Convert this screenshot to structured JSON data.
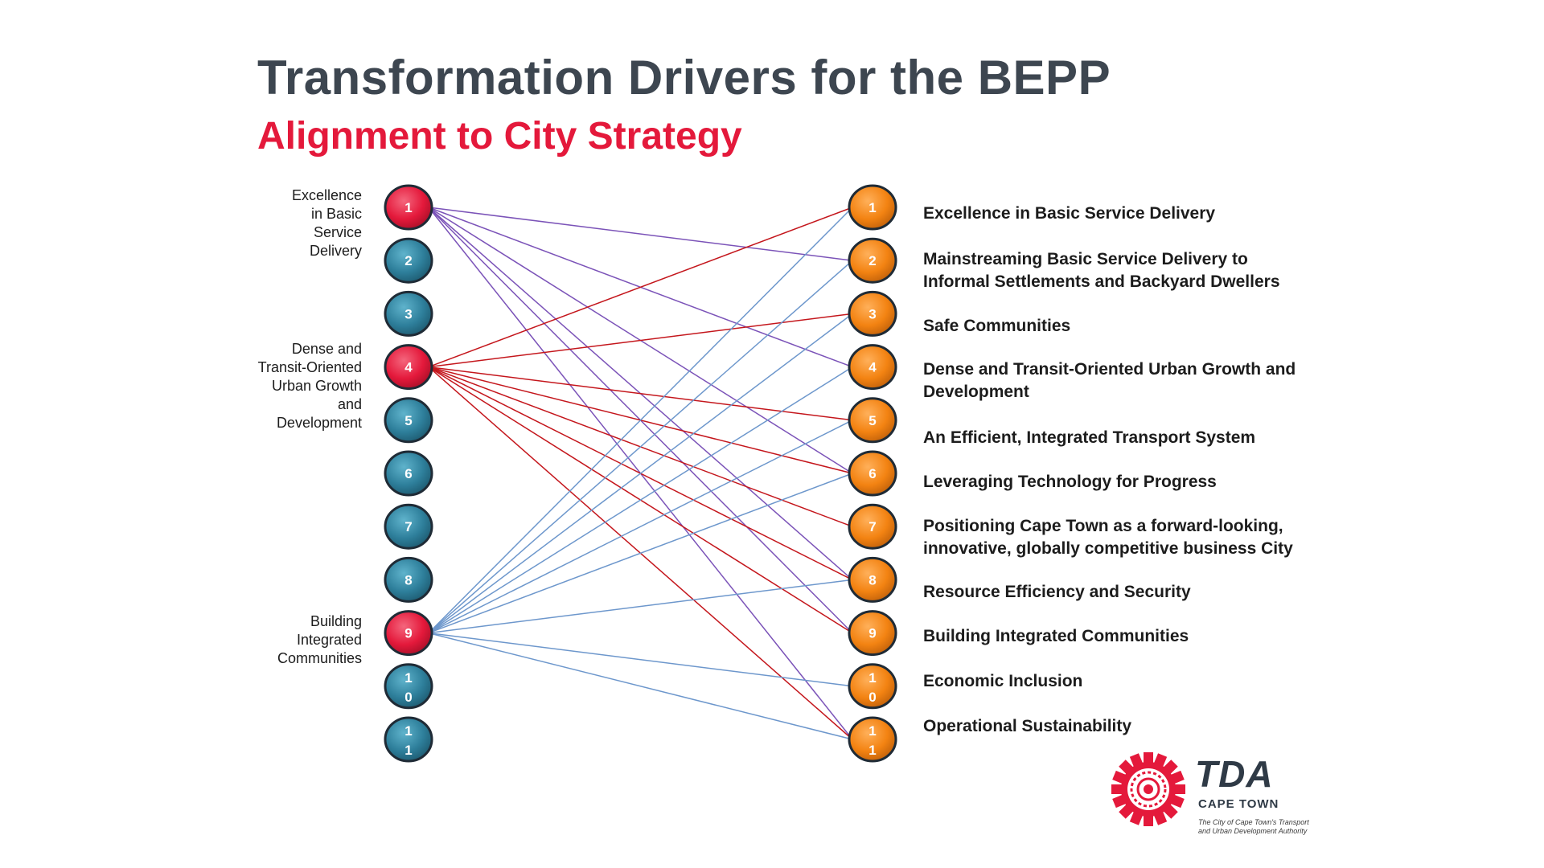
{
  "title": "Transformation Drivers for the BEPP",
  "subtitle": "Alignment to City Strategy",
  "colors": {
    "left_default": "#2e7f9b",
    "left_highlight": "#e4193b",
    "right_node": "#f38312",
    "link_from_1": "#7b53b8",
    "link_from_4": "#c4161c",
    "link_from_9": "#6d97cc"
  },
  "left_nodes": [
    {
      "label": "1",
      "highlight": true
    },
    {
      "label": "2",
      "highlight": false
    },
    {
      "label": "3",
      "highlight": false
    },
    {
      "label": "4",
      "highlight": true
    },
    {
      "label": "5",
      "highlight": false
    },
    {
      "label": "6",
      "highlight": false
    },
    {
      "label": "7",
      "highlight": false
    },
    {
      "label": "8",
      "highlight": false
    },
    {
      "label": "9",
      "highlight": true
    },
    {
      "label": "1\n0",
      "highlight": false
    },
    {
      "label": "1\n1",
      "highlight": false
    }
  ],
  "right_nodes": [
    {
      "label": "1"
    },
    {
      "label": "2"
    },
    {
      "label": "3"
    },
    {
      "label": "4"
    },
    {
      "label": "5"
    },
    {
      "label": "6"
    },
    {
      "label": "7"
    },
    {
      "label": "8"
    },
    {
      "label": "9"
    },
    {
      "label": "1\n0"
    },
    {
      "label": "1\n1"
    }
  ],
  "left_labels": [
    {
      "node": 1,
      "text": "Excellence\nin Basic\nService\nDelivery"
    },
    {
      "node": 4,
      "text": "Dense and\nTransit-Oriented\nUrban Growth\nand\nDevelopment"
    },
    {
      "node": 9,
      "text": "Building\nIntegrated\nCommunities"
    }
  ],
  "right_labels": [
    "Excellence in Basic Service Delivery",
    "Mainstreaming Basic Service Delivery to\nInformal Settlements and Backyard Dwellers",
    "Safe Communities",
    "Dense and Transit-Oriented Urban Growth and\nDevelopment",
    "An Efficient, Integrated Transport System",
    "Leveraging Technology for Progress",
    "Positioning Cape Town as a forward-looking,\ninnovative, globally competitive business City",
    "Resource Efficiency and Security",
    "Building Integrated Communities",
    "Economic Inclusion",
    "Operational Sustainability"
  ],
  "links": [
    {
      "from": 1,
      "to": [
        2,
        4,
        6,
        8,
        9,
        11
      ]
    },
    {
      "from": 4,
      "to": [
        1,
        3,
        5,
        6,
        7,
        8,
        9,
        11
      ]
    },
    {
      "from": 9,
      "to": [
        1,
        2,
        3,
        4,
        5,
        6,
        8,
        10,
        11
      ]
    }
  ],
  "logo": {
    "name": "TDA",
    "city": "CAPE TOWN",
    "tagline": "The City of Cape Town's Transport\nand Urban Development Authority"
  }
}
